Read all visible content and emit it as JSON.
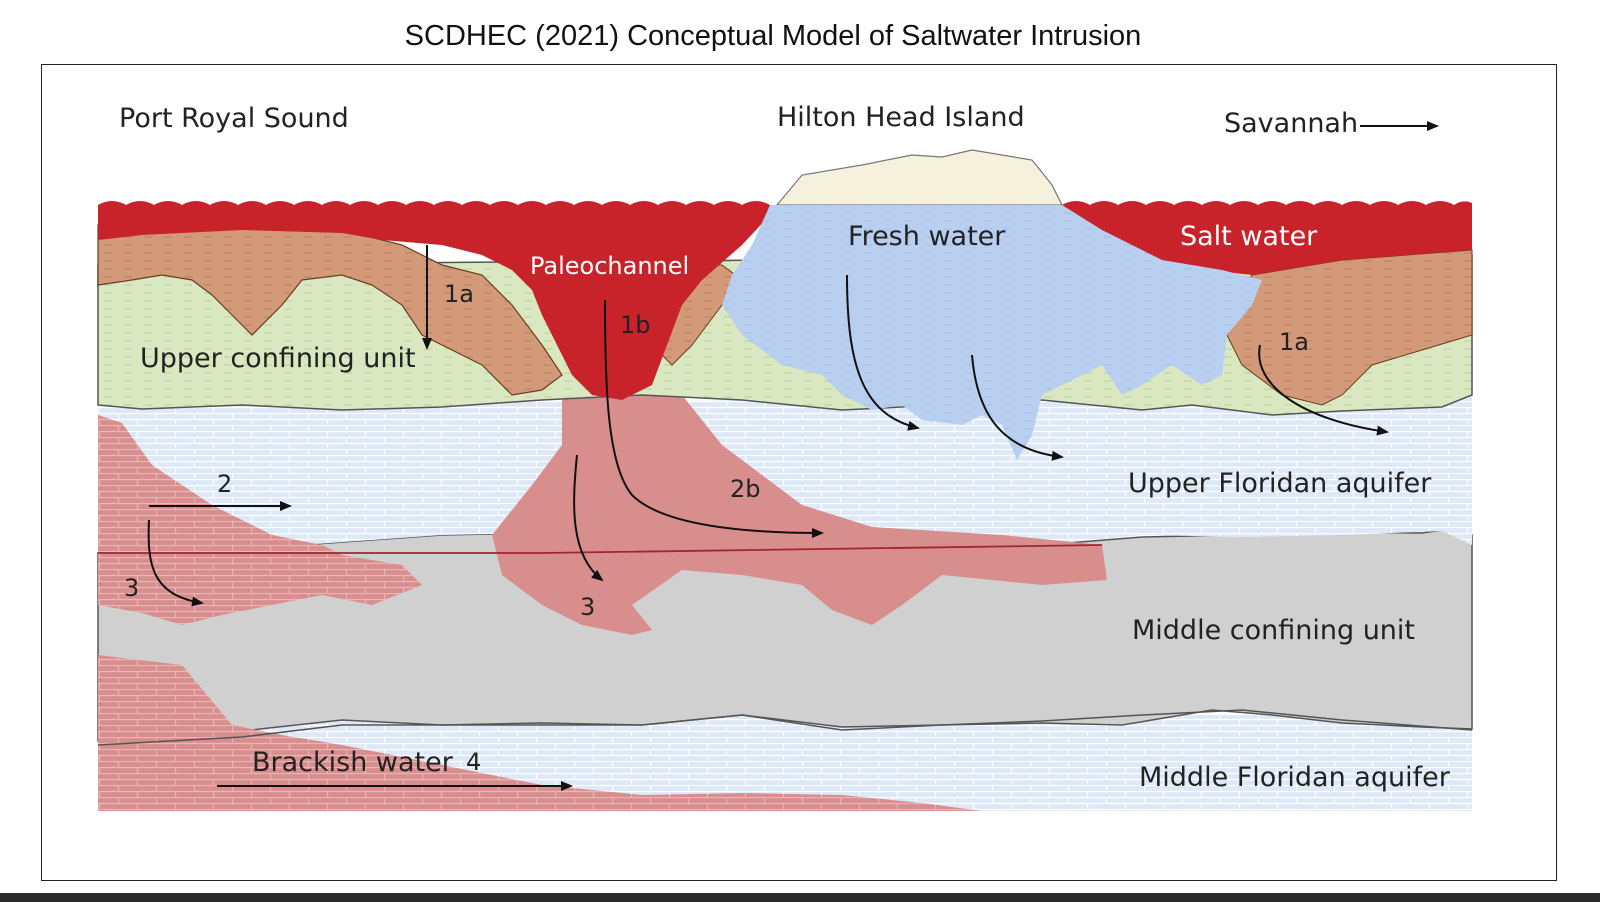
{
  "title": "SCDHEC (2021) Conceptual Model of Saltwater Intrusion",
  "labels": {
    "port_royal": "Port Royal Sound",
    "hilton_head": "Hilton Head Island",
    "savannah": "Savannah",
    "fresh_water": "Fresh water",
    "salt_water": "Salt water",
    "paleochannel": "Paleochannel",
    "upper_confining": "Upper confining unit",
    "upper_floridan": "Upper Floridan aquifer",
    "middle_confining": "Middle confining unit",
    "middle_floridan": "Middle Floridan aquifer",
    "brackish": "Brackish water"
  },
  "flow_paths": {
    "p1a_left": "1a",
    "p1a_right": "1a",
    "p1b": "1b",
    "p2": "2",
    "p2b": "2b",
    "p3_left": "3",
    "p3_center": "3",
    "p4": "4"
  },
  "colors": {
    "salt_water": "#c8222b",
    "fresh_water": "#b8cff0",
    "brackish": "#d98e8e",
    "upper_confining": "#d9e8c0",
    "sediment": "#d39a7a",
    "aquifer": "#dde9f7",
    "middle_confining": "#d0d0d0",
    "island_sand": "#f6f1dc"
  }
}
